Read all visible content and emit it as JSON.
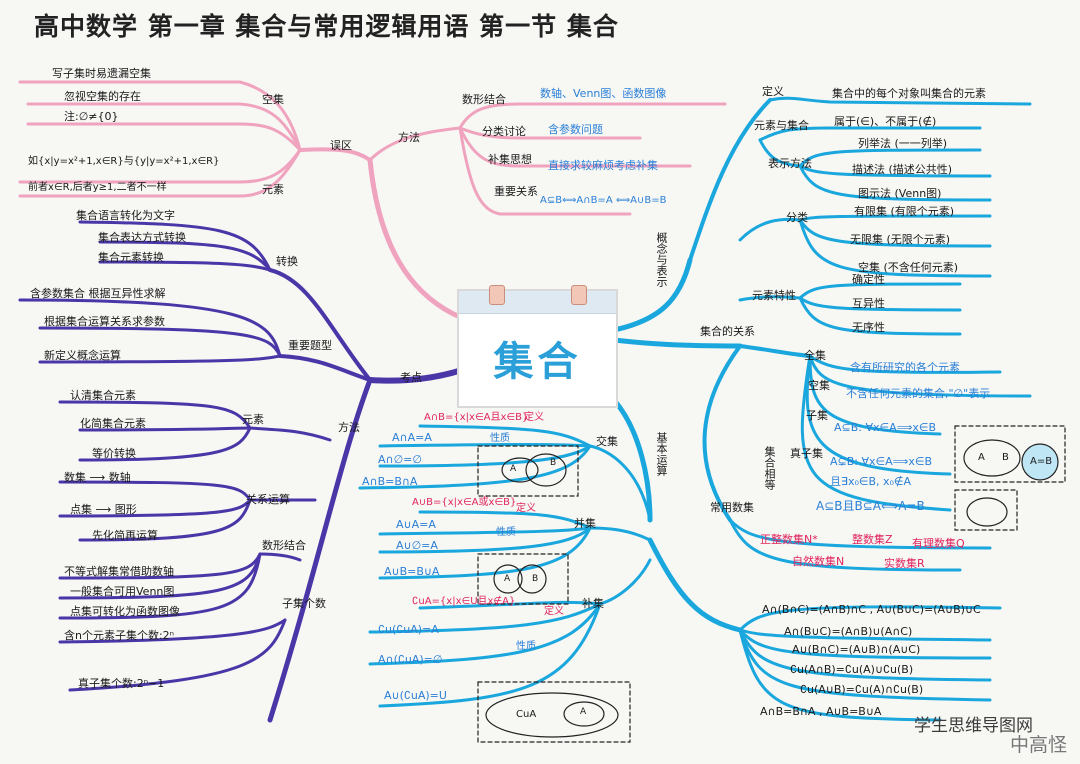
{
  "title": "高中数学 第一章 集合与常用逻辑用语 第一节 集合",
  "center": "集合",
  "watermark": "学生思维导图网",
  "signature": "中高怪",
  "colors": {
    "pink": "#f0a3bf",
    "purple": "#4b36a8",
    "cyan": "#1aa7dd",
    "red": "#e0245e",
    "blue": "#2a7fd6"
  },
  "pink_branch": {
    "label": "误区",
    "kongji": {
      "label": "空集",
      "items": [
        "写子集时易遗漏空集",
        "忽视空集的存在",
        "注:∅≠{0}"
      ]
    },
    "yuansu": {
      "label": "元素",
      "items": [
        "如{x|y=x²+1,x∈R}与{y|y=x²+1,x∈R}",
        "前者x∈R,后者y≥1,二者不一样"
      ]
    },
    "fangfa": {
      "label": "方法",
      "items": [
        {
          "name": "数形结合",
          "note": "数轴、Venn图、函数图像"
        },
        {
          "name": "分类讨论",
          "note": "含参数问题"
        },
        {
          "name": "补集思想",
          "note": "直接求较麻烦考虑补集"
        },
        {
          "name": "重要关系",
          "note": "A⊆B⟺A∩B=A ⟺A∪B=B"
        }
      ]
    }
  },
  "purple_branch": {
    "label": "考点",
    "zhuanhuan": {
      "label": "转换",
      "items": [
        "集合语言转化为文字",
        "集合表达方式转换",
        "集合元素转换"
      ]
    },
    "tixing": {
      "label": "重要题型",
      "items": [
        "含参数集合 根据互异性求解",
        "根据集合运算关系求参数",
        "新定义概念运算"
      ]
    },
    "fangfa": {
      "label": "方法",
      "yuansu": {
        "label": "元素",
        "items": [
          "认清集合元素",
          "化简集合元素",
          "等价转换"
        ]
      },
      "guanxi": {
        "label": "关系运算",
        "items": [
          "数集 ⟶ 数轴",
          "点集 ⟶ 图形",
          "先化简再运算"
        ]
      },
      "shuxing": {
        "label": "数形结合",
        "items": [
          "不等式解集常借助数轴",
          "一般集合可用Venn图",
          "点集可转化为函数图像"
        ]
      },
      "ziji": {
        "label": "子集个数",
        "items": [
          "含n个元素子集个数:2ⁿ",
          "真子集个数:2ⁿ−1"
        ]
      }
    }
  },
  "cyan_right": {
    "label": "概念与表示",
    "dingyi": {
      "label": "定义",
      "note": "集合中的每个对象叫集合的元素"
    },
    "yys": {
      "label": "元素与集合",
      "note": "属于(∈)、不属于(∉)"
    },
    "biaoshi": {
      "label": "表示方法",
      "items": [
        "列举法 (一一列举)",
        "描述法 (描述公共性)",
        "图示法 (Venn图)"
      ]
    },
    "fenlei": {
      "label": "分类",
      "items": [
        "有限集 (有限个元素)",
        "无限集 (无限个元素)",
        "空集 (不含任何元素)"
      ]
    },
    "texing": {
      "label": "元素特性",
      "items": [
        "确定性",
        "互异性",
        "无序性"
      ]
    },
    "guanxi": {
      "label": "集合的关系",
      "quanji": {
        "label": "全集",
        "note": "含有所研究的各个元素"
      },
      "kongji": {
        "label": "空集",
        "note": "不含任何元素的集合,\"∅\"表示"
      },
      "ziji": {
        "label": "子集",
        "note": "A⊆B: ∀x∈A⟹x∈B"
      },
      "zhenziji": {
        "label": "真子集",
        "notes": [
          "A⊊B: ∀x∈A⟹x∈B",
          "且∃x₀∈B, x₀∉A"
        ]
      },
      "xiangdeng": {
        "label": "集合相等",
        "note": "A⊆B且B⊆A⟺A=B"
      },
      "venn": [
        "A",
        "B",
        "A=B"
      ]
    },
    "shuji": {
      "label": "常用数集",
      "items": [
        "正整数集N*",
        "整数集Z",
        "有理数集Q",
        "自然数集N",
        "实数集R"
      ]
    }
  },
  "cyan_bottom": {
    "label": "基本运算",
    "jiaoji": {
      "label": "交集",
      "def": "A∩B={x|x∈A且x∈B}",
      "def_tag": "定义",
      "prop_tag": "性质",
      "props": [
        "A∩A=A",
        "A∩∅=∅",
        "A∩B=B∩A"
      ],
      "venn": [
        "A",
        "B"
      ]
    },
    "bingji": {
      "label": "并集",
      "def": "A∪B={x|x∈A或x∈B}",
      "def_tag": "定义",
      "prop_tag": "性质",
      "props": [
        "A∪A=A",
        "A∪∅=A",
        "A∪B=B∪A"
      ],
      "venn": [
        "A",
        "B"
      ]
    },
    "buji": {
      "label": "补集",
      "def": "∁uA={x|x∈U且x∉A}",
      "def_tag": "定义",
      "prop_tag": "性质",
      "props": [
        "∁u(∁uA)=A",
        "A∩(∁uA)=∅",
        "A∪(∁uA)=U"
      ],
      "venn": [
        "CuA",
        "A"
      ]
    },
    "yunsuan": [
      "A∩(B∩C)=(A∩B)∩C , A∪(B∪C)=(A∪B)∪C",
      "A∩(B∪C)=(A∩B)∪(A∩C)",
      "A∪(B∩C)=(A∪B)∩(A∪C)",
      "∁u(A∩B)=∁u(A)∪∁u(B)",
      "∁u(A∪B)=∁u(A)∩∁u(B)",
      "A∩B=B∩A , A∪B=B∪A"
    ]
  }
}
